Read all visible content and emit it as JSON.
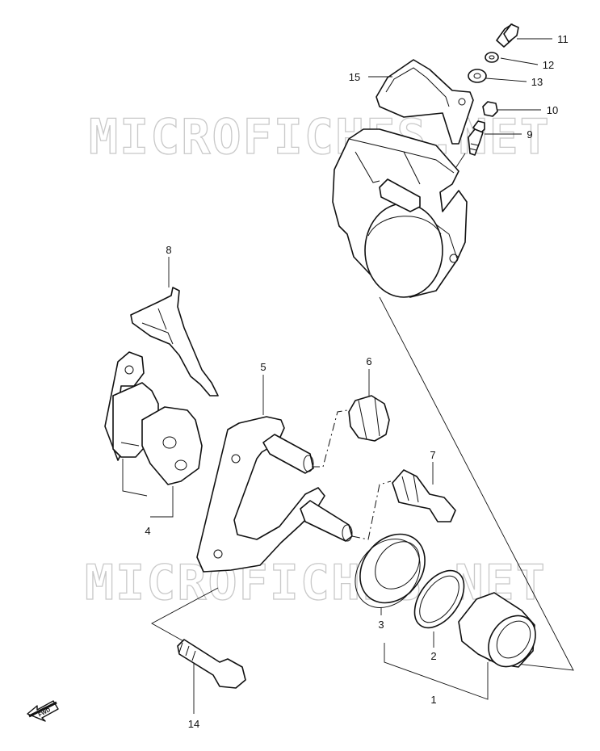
{
  "watermark": {
    "text": "MICROFICHES.NET"
  },
  "fwd_arrow": {
    "label": "FWD"
  },
  "callouts": [
    "11",
    "12",
    "15",
    "13",
    "10",
    "9",
    "8",
    "6",
    "5",
    "7",
    "4",
    "3",
    "2",
    "1",
    "14"
  ]
}
